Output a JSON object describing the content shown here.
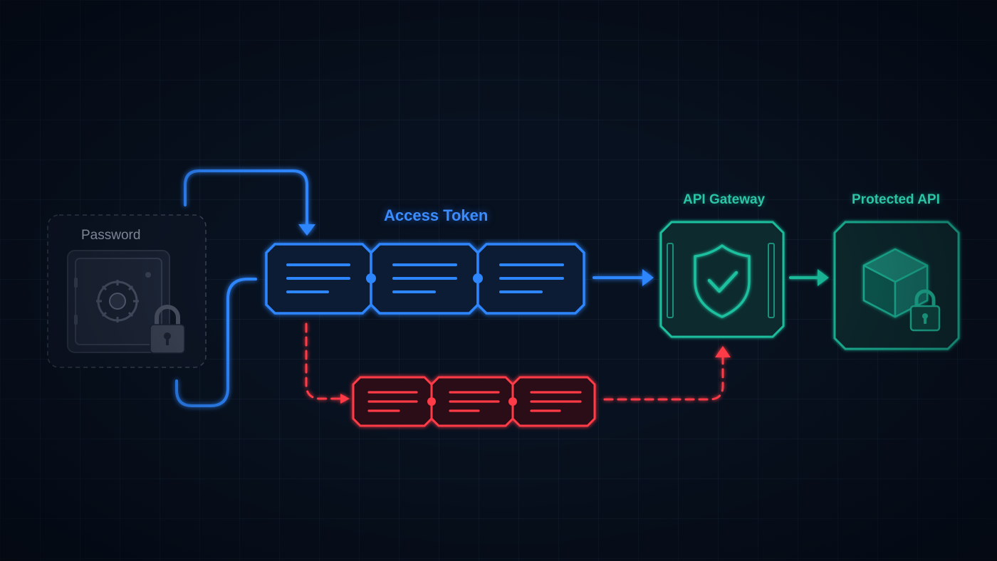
{
  "labels": {
    "password": "Password",
    "access_token": "Access Token",
    "api_gateway": "API Gateway",
    "protected_api": "Protected API"
  },
  "colors": {
    "background": "#08111f",
    "token_blue": "#2d86ff",
    "stolen_red": "#ff3b47",
    "gateway_teal": "#1fbf9e",
    "password_gray": "#4a5262"
  },
  "icons": {
    "password": "safe-with-padlock",
    "gateway": "shield-check",
    "protected_api": "cube-with-padlock"
  }
}
